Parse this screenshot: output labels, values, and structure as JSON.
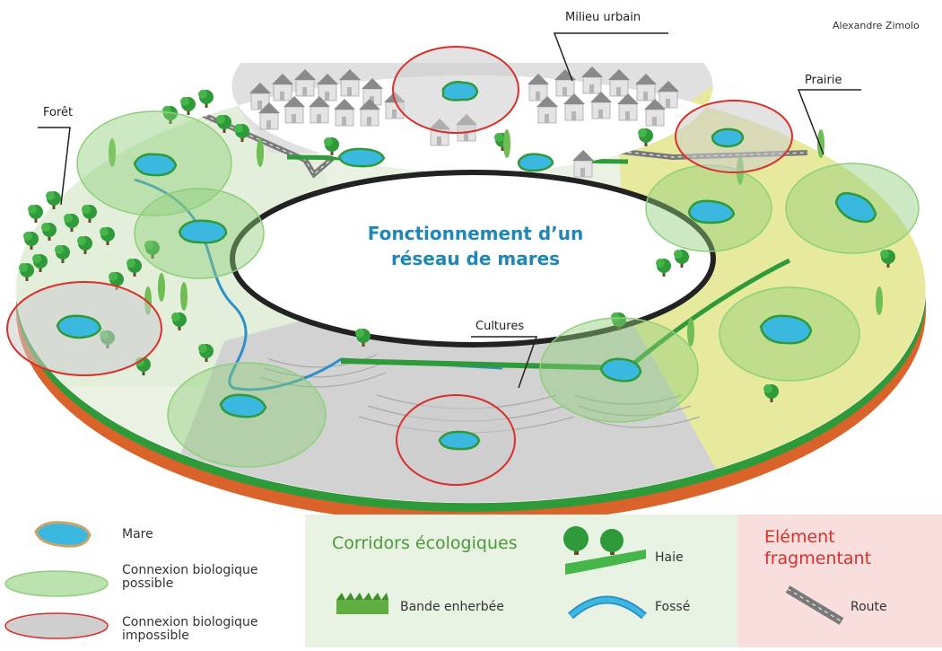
{
  "title_line1": "Fonctionnement d’un",
  "title_line2": "réseau de mares",
  "credit": "Alexandre Zimolo",
  "zones": {
    "urban": "Milieu urbain",
    "prairie": "Prairie",
    "forest": "Forêt",
    "crops": "Cultures"
  },
  "legend": {
    "mare": "Mare",
    "possible": "Connexion biologique possible",
    "impossible": "Connexion biologique impossible",
    "corridors_title": "Corridors écologiques",
    "haie": "Haie",
    "bande": "Bande enherbée",
    "fosse": "Fossé",
    "frag_title": "Elément fragmentant",
    "route": "Route"
  },
  "colors": {
    "pond": "#3bb8df",
    "connection_possible": "#8fcf7a",
    "connection_impossible": "#d9302a",
    "title": "#1f87b5",
    "forest_ground": "#e6f1df",
    "prairie_ground": "#e7ea9d",
    "crops_ground": "#cfcfcf",
    "soil_edge": "#d9632a"
  },
  "icons": [
    "pond-icon",
    "tree-icon",
    "house-icon",
    "ditch-icon",
    "road-icon",
    "grass-strip-icon",
    "hedge-icon"
  ]
}
